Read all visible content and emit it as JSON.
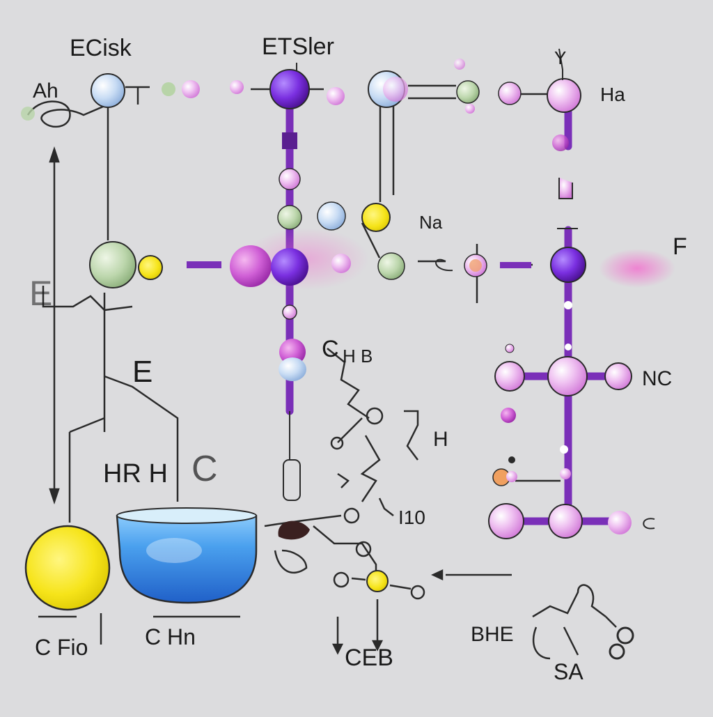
{
  "labels": {
    "title_left": "ECisk",
    "title_right": "ETSler",
    "ah": "Ah",
    "y_top": "Y",
    "ha": "Ha",
    "na": "Na",
    "f_right": "F",
    "e_left": "E",
    "e_mid": "E",
    "ch_b": "C",
    "hb": "H B",
    "nc": "NC",
    "hr_h": "HR H",
    "c_mid": "C",
    "h_small": "H",
    "n10": "I10",
    "c_fio": "C Fio",
    "c_hn": "C Hn",
    "ceb": "CEB",
    "bhe": "BHE",
    "sa": "SA"
  },
  "colors": {
    "background": "#dcdcde",
    "purple": "#7a2fb8",
    "violet_dark": "#6a1bd0",
    "pink": "#e8a8ea",
    "magenta": "#c65bd6",
    "light_blue": "#bcd6f2",
    "green": "#b8d4a8",
    "yellow": "#f4e41a",
    "water_blue": "#3f8fe0",
    "line": "#2a2a2a"
  }
}
